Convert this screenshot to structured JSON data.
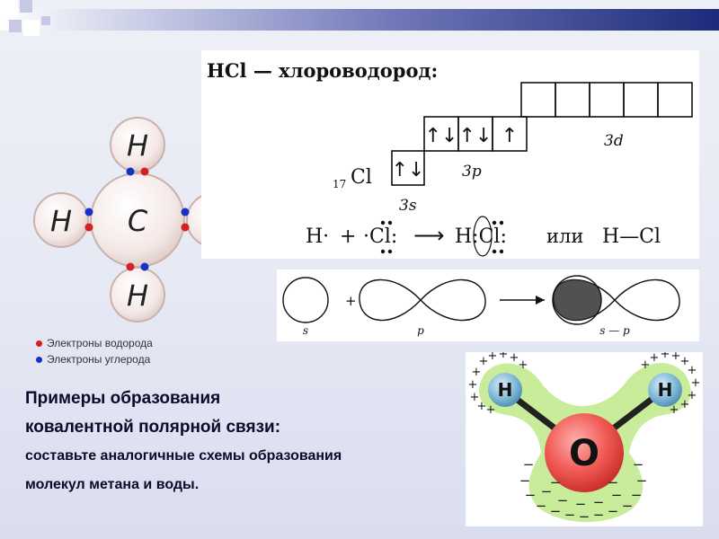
{
  "methane": {
    "center": "C",
    "atoms": [
      "H",
      "H",
      "H",
      "H"
    ],
    "legend": [
      {
        "label": "Электроны водорода",
        "color": "#d42020"
      },
      {
        "label": "Электроны углерода",
        "color": "#1730c8"
      }
    ]
  },
  "hcl": {
    "title": "HCl — хлороводород:",
    "element_mass": "17",
    "element_symbol": "Cl",
    "orb_3s": "3s",
    "orb_3p": "3p",
    "orb_3d": "3d",
    "arrows_3s": "↑↓",
    "arrows_3p": [
      "↑↓",
      "↑↓",
      "↑"
    ],
    "eq_h": "H·",
    "eq_plus": "+",
    "eq_cl": "·Cl:",
    "eq_arrow": "⟶",
    "eq_product": "H:Cl:",
    "eq_or": "или",
    "eq_line": "H—Cl"
  },
  "overlap": {
    "label_s": "s",
    "label_p": "p",
    "label_sp": "s — p",
    "plus": "+"
  },
  "water": {
    "atom_o": "O",
    "atom_h1": "H",
    "atom_h2": "H",
    "positive": "+",
    "negative": "−"
  },
  "caption": {
    "line1": "Примеры образования",
    "line2": "ковалентной полярной связи:",
    "line3": "составьте аналогичные схемы образования",
    "line4": "молекул метана и воды."
  }
}
